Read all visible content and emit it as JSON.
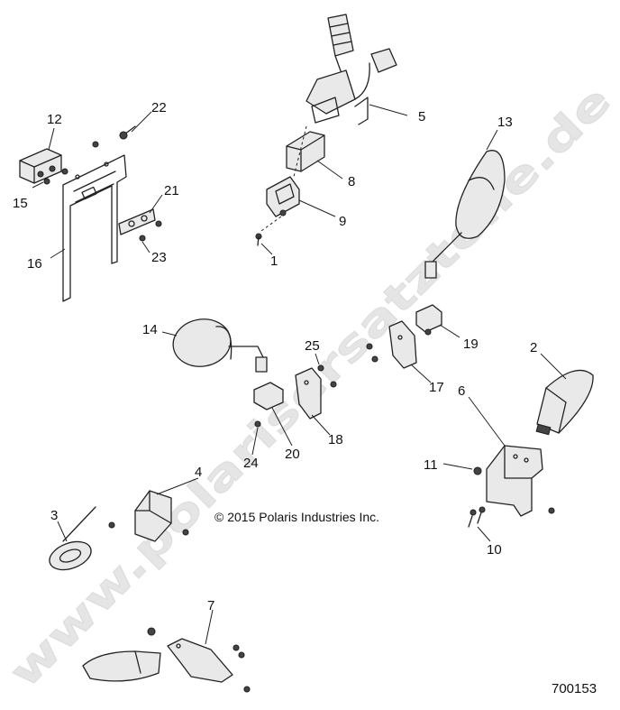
{
  "watermark": "www.polarisersatzteile.de",
  "copyright": "© 2015 Polaris Industries Inc.",
  "diagram_number": "700153",
  "callouts": [
    "1",
    "2",
    "3",
    "4",
    "5",
    "6",
    "7",
    "8",
    "9",
    "10",
    "11",
    "12",
    "13",
    "14",
    "15",
    "16",
    "17",
    "18",
    "19",
    "20",
    "21",
    "22",
    "23",
    "24",
    "25"
  ]
}
